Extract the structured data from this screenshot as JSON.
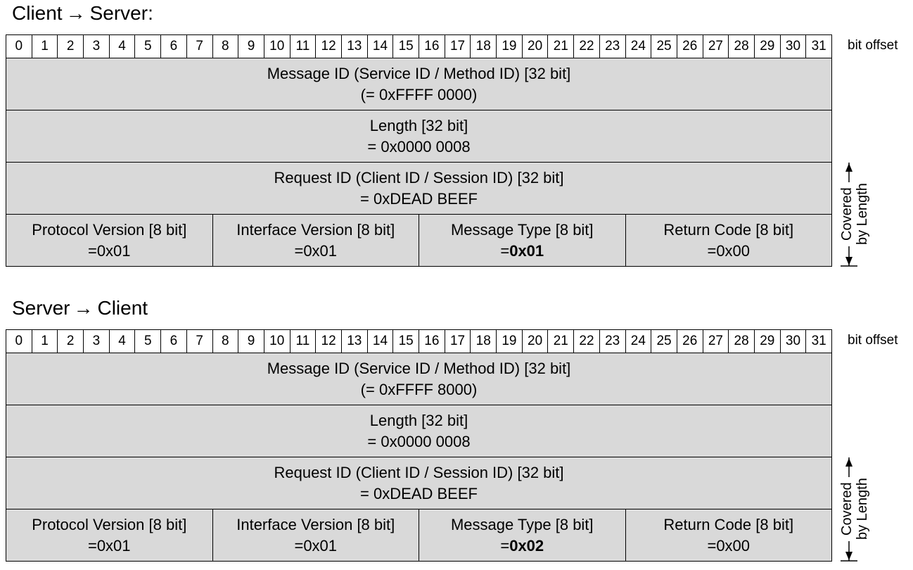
{
  "bit_offset_label": "bit offset",
  "bits": [
    "0",
    "1",
    "2",
    "3",
    "4",
    "5",
    "6",
    "7",
    "8",
    "9",
    "10",
    "11",
    "12",
    "13",
    "14",
    "15",
    "16",
    "17",
    "18",
    "19",
    "20",
    "21",
    "22",
    "23",
    "24",
    "25",
    "26",
    "27",
    "28",
    "29",
    "30",
    "31"
  ],
  "coverage": {
    "line1": "Covered",
    "line2": "by Length"
  },
  "arrow_glyph": "→",
  "sections": [
    {
      "title_left": "Client",
      "title_right": "Server:",
      "message_id": {
        "label": "Message ID (Service ID / Method ID) [32 bit]",
        "value": "(= 0xFFFF 0000)"
      },
      "length": {
        "label": "Length [32 bit]",
        "value": "= 0x0000 0008"
      },
      "request_id": {
        "label": "Request ID (Client ID / Session ID) [32 bit]",
        "value": "= 0xDEAD BEEF"
      },
      "protocol_version": {
        "label": "Protocol Version [8 bit]",
        "value": "=0x01"
      },
      "interface_version": {
        "label": "Interface Version [8 bit]",
        "value": "=0x01"
      },
      "message_type": {
        "label": "Message Type [8 bit]",
        "prefix": "=",
        "value": "0x01"
      },
      "return_code": {
        "label": "Return Code [8 bit]",
        "value": "=0x00"
      }
    },
    {
      "title_left": "Server",
      "title_right": "Client",
      "message_id": {
        "label": "Message ID (Service ID / Method ID) [32 bit]",
        "value": "(= 0xFFFF 8000)"
      },
      "length": {
        "label": "Length [32 bit]",
        "value": "= 0x0000 0008"
      },
      "request_id": {
        "label": "Request ID (Client ID / Session ID) [32 bit]",
        "value": "= 0xDEAD BEEF"
      },
      "protocol_version": {
        "label": "Protocol Version [8 bit]",
        "value": "=0x01"
      },
      "interface_version": {
        "label": "Interface Version [8 bit]",
        "value": "=0x01"
      },
      "message_type": {
        "label": "Message Type [8 bit]",
        "prefix": "=",
        "value": "0x02"
      },
      "return_code": {
        "label": "Return Code [8 bit]",
        "value": "=0x00"
      }
    }
  ]
}
